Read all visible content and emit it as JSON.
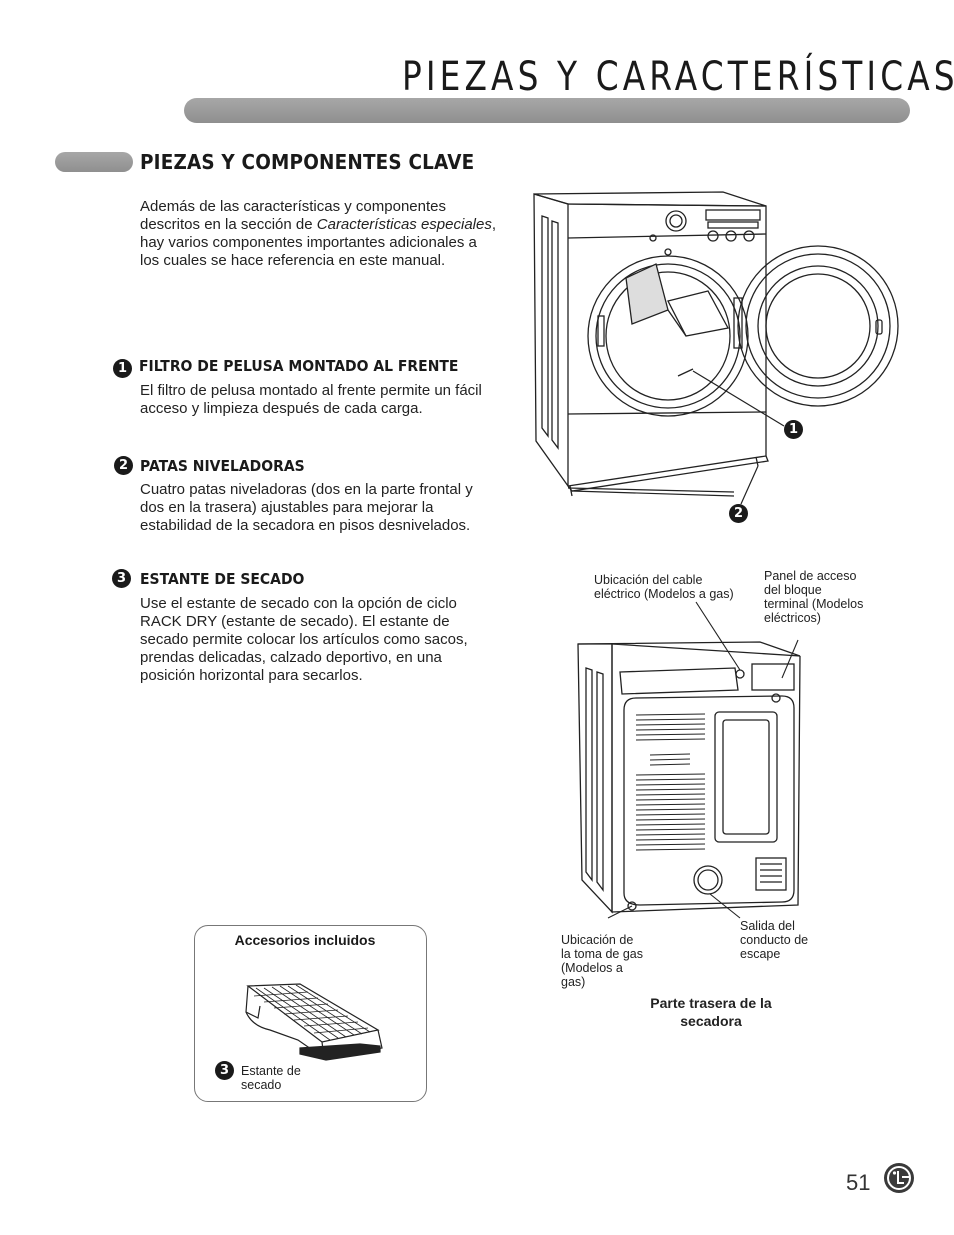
{
  "header": {
    "title": "PIEZAS Y CARACTERÍSTICAS"
  },
  "section": {
    "title": "PIEZAS Y COMPONENTES CLAVE",
    "intro_part1": "Además de las características y componentes descritos en la sección de ",
    "intro_italic": "Características especiales",
    "intro_part2": ", hay varios componentes importantes adicionales a los cuales se hace referencia en este manual."
  },
  "features": [
    {
      "number": "1",
      "title": "FILTRO DE PELUSA MONTADO AL FRENTE",
      "text": "El filtro de pelusa montado al frente permite un fácil acceso y limpieza después de cada carga."
    },
    {
      "number": "2",
      "title": "PATAS NIVELADORAS",
      "text": "Cuatro patas niveladoras (dos en la parte frontal y dos en la trasera) ajustables para mejorar la estabilidad de la secadora en pisos desnivelados."
    },
    {
      "number": "3",
      "title": "ESTANTE DE SECADO",
      "text": "Use el estante de secado con la opción de ciclo RACK DRY (estante de secado). El estante de secado permite colocar los artículos como sacos, prendas delicadas, calzado deportivo, en una posición horizontal para secarlos."
    }
  ],
  "front_diagram": {
    "callouts": [
      "1",
      "2"
    ]
  },
  "rear_diagram": {
    "labels": {
      "power_cord": "Ubicación del cable eléctrico (Modelos a gas)",
      "terminal_panel": "Panel de acceso del bloque terminal (Modelos eléctricos)",
      "gas_inlet": "Ubicación de la toma de gas (Modelos a gas)",
      "exhaust": "Salida del conducto de escape"
    },
    "caption": "Parte trasera de la secadora"
  },
  "accessories": {
    "title": "Accesorios incluidos",
    "item_number": "3",
    "item_label": "Estante de secado"
  },
  "footer": {
    "page_number": "51",
    "logo": "lg-logo"
  }
}
